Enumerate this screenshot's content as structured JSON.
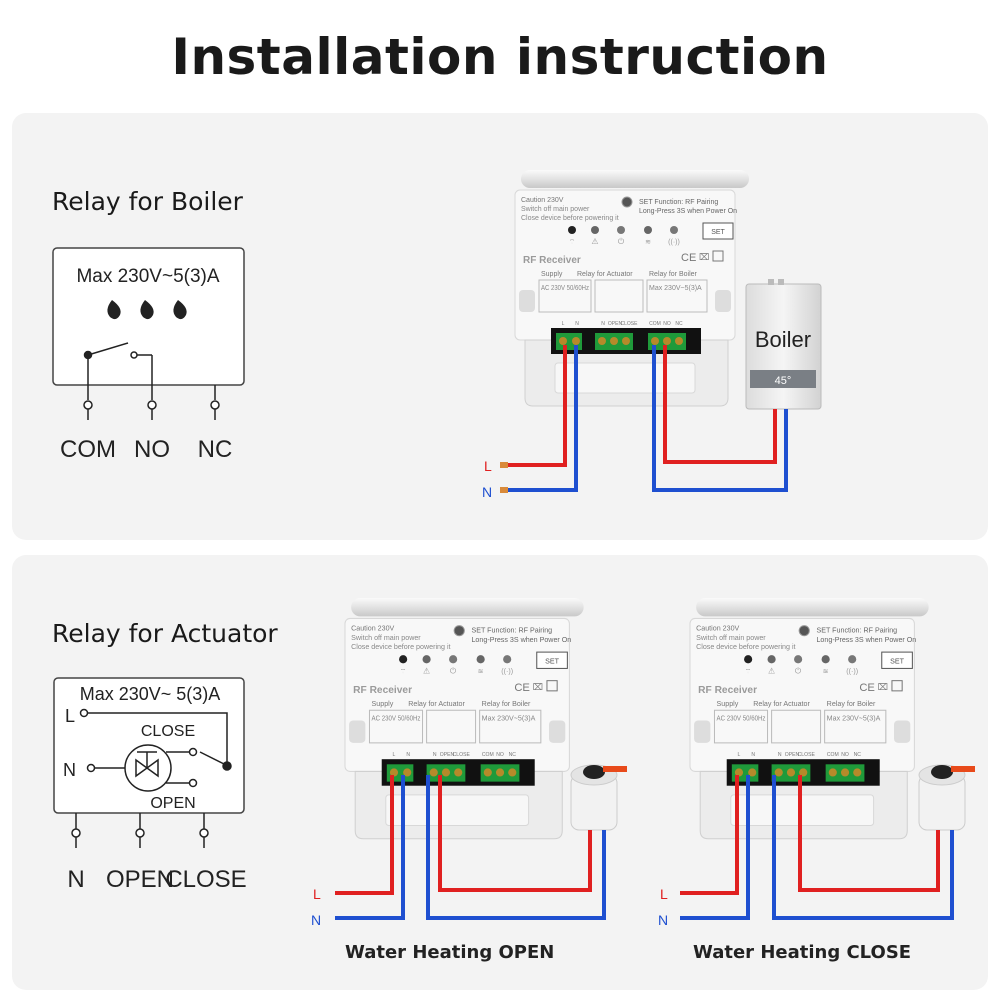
{
  "title": "Installation instruction",
  "boiler_section": {
    "heading": "Relay for Boiler",
    "rating": "Max 230V~5(3)A",
    "terminals": [
      "COM",
      "NO",
      "NC"
    ],
    "boiler_label": "Boiler",
    "boiler_display": "45°",
    "wire_labels": {
      "live": "L",
      "neutral": "N"
    }
  },
  "actuator_section": {
    "heading": "Relay for Actuator",
    "rating": "Max 230V~ 5(3)A",
    "inner_labels": {
      "live": "L",
      "neutral": "N",
      "close": "CLOSE",
      "open": "OPEN"
    },
    "terminals": [
      "N",
      "OPEN",
      "CLOSE"
    ],
    "wire_labels": {
      "live": "L",
      "neutral": "N"
    },
    "captions": [
      "Water Heating OPEN",
      "Water Heating CLOSE"
    ]
  },
  "device": {
    "caution": "Caution 230V",
    "caution_line1": "Switch off main power",
    "caution_line2": "Close device before powering it",
    "set_line1": "SET Function: RF Pairing",
    "set_line2": "Long-Press 3S when Power On",
    "set_button": "SET",
    "name": "RF Receiver",
    "ce": "CE",
    "groups": [
      "Supply",
      "Relay for Actuator",
      "Relay for Boiler"
    ],
    "supply_spec": "AC 230V 50/60Hz",
    "boiler_spec": "Max 230V~5(3)A",
    "terminal_labels": [
      "L",
      "N",
      "N",
      "OPEN",
      "CLOSE",
      "COM",
      "NO",
      "NC"
    ]
  },
  "colors": {
    "live_wire": "#e02020",
    "neutral_wire": "#1e4fd0",
    "terminal_green": "#1f9a3a",
    "panel": "#f3f3f3"
  }
}
